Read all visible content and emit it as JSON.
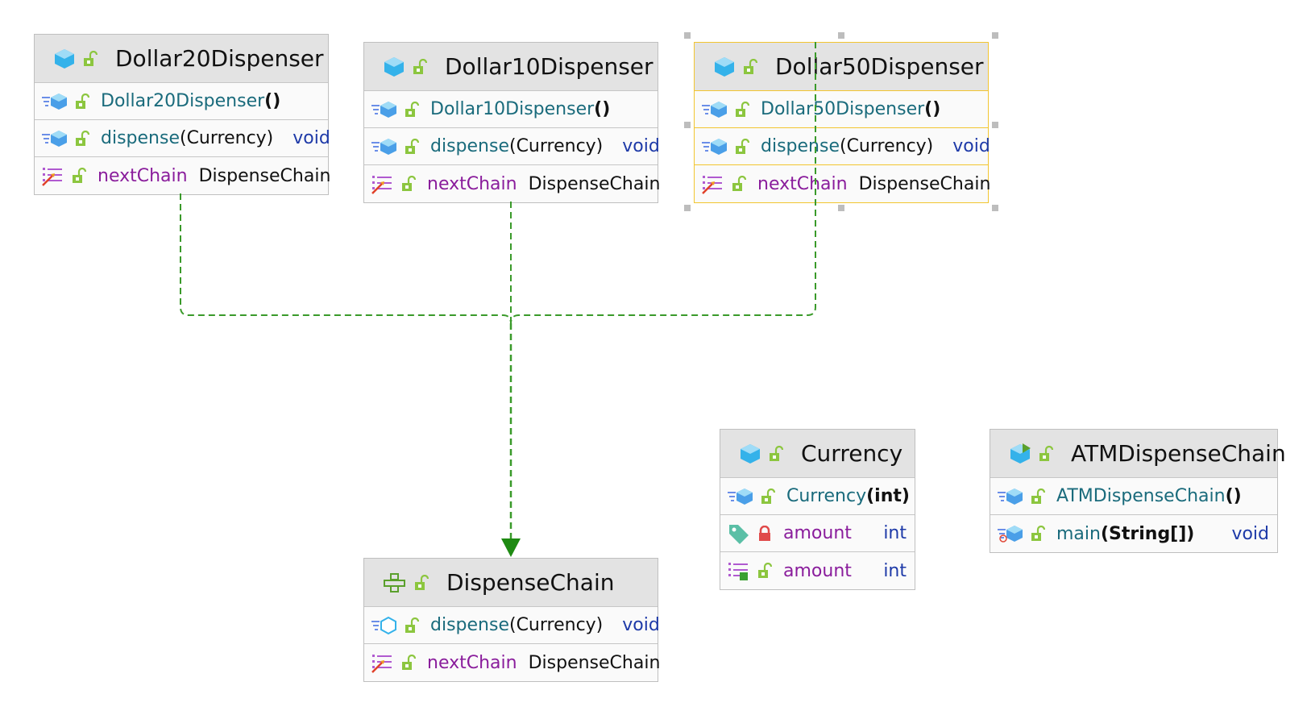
{
  "colors": {
    "edge": "#3a9a2a",
    "arrow": "#1e8a12",
    "selection": "#f2c530"
  },
  "classes": [
    {
      "id": "dollar20",
      "name": "Dollar20Dispenser",
      "kind_icon": "class-icon",
      "members": [
        {
          "kind": "constructor",
          "icon": "method-icon",
          "name": "Dollar20Dispenser",
          "params": "()",
          "params_bold": true,
          "ret": ""
        },
        {
          "kind": "method",
          "icon": "method-icon",
          "name": "dispense",
          "params": "(Currency)",
          "ret": "void"
        },
        {
          "kind": "property",
          "icon": "property-icon",
          "name": "nextChain",
          "type": "DispenseChain"
        }
      ]
    },
    {
      "id": "dollar10",
      "name": "Dollar10Dispenser",
      "kind_icon": "class-icon",
      "members": [
        {
          "kind": "constructor",
          "icon": "method-icon",
          "name": "Dollar10Dispenser",
          "params": "()",
          "params_bold": true,
          "ret": ""
        },
        {
          "kind": "method",
          "icon": "method-icon",
          "name": "dispense",
          "params": "(Currency)",
          "ret": "void"
        },
        {
          "kind": "property",
          "icon": "property-icon",
          "name": "nextChain",
          "type": "DispenseChain"
        }
      ]
    },
    {
      "id": "dollar50",
      "name": "Dollar50Dispenser",
      "kind_icon": "class-icon",
      "selected": true,
      "members": [
        {
          "kind": "constructor",
          "icon": "method-icon",
          "name": "Dollar50Dispenser",
          "params": "()",
          "params_bold": true,
          "ret": ""
        },
        {
          "kind": "method",
          "icon": "method-icon",
          "name": "dispense",
          "params": "(Currency)",
          "ret": "void"
        },
        {
          "kind": "property",
          "icon": "property-icon",
          "name": "nextChain",
          "type": "DispenseChain"
        }
      ]
    },
    {
      "id": "dispensechain",
      "name": "DispenseChain",
      "kind_icon": "interface-icon",
      "members": [
        {
          "kind": "method",
          "icon": "abstract-method-icon",
          "name": "dispense",
          "params": "(Currency)",
          "ret": "void"
        },
        {
          "kind": "property",
          "icon": "property-icon",
          "name": "nextChain",
          "type": "DispenseChain"
        }
      ]
    },
    {
      "id": "currency",
      "name": "Currency",
      "kind_icon": "class-icon",
      "members": [
        {
          "kind": "constructor",
          "icon": "method-icon",
          "name": "Currency",
          "params": "(int)",
          "params_bold": true,
          "ret": ""
        },
        {
          "kind": "field",
          "icon": "field-tag-icon",
          "access": "lock-icon",
          "name": "amount",
          "type": "int",
          "type_right": true
        },
        {
          "kind": "property",
          "icon": "property-readonly-icon",
          "name": "amount",
          "type": "int",
          "type_right": true
        }
      ]
    },
    {
      "id": "atm",
      "name": "ATMDispenseChain",
      "kind_icon": "runnable-class-icon",
      "members": [
        {
          "kind": "constructor",
          "icon": "method-icon",
          "name": "ATMDispenseChain",
          "params": "()",
          "params_bold": true,
          "ret": ""
        },
        {
          "kind": "method",
          "icon": "static-method-icon",
          "name": "main",
          "params": "(String[])",
          "params_bold": true,
          "ret": "void"
        }
      ]
    }
  ]
}
